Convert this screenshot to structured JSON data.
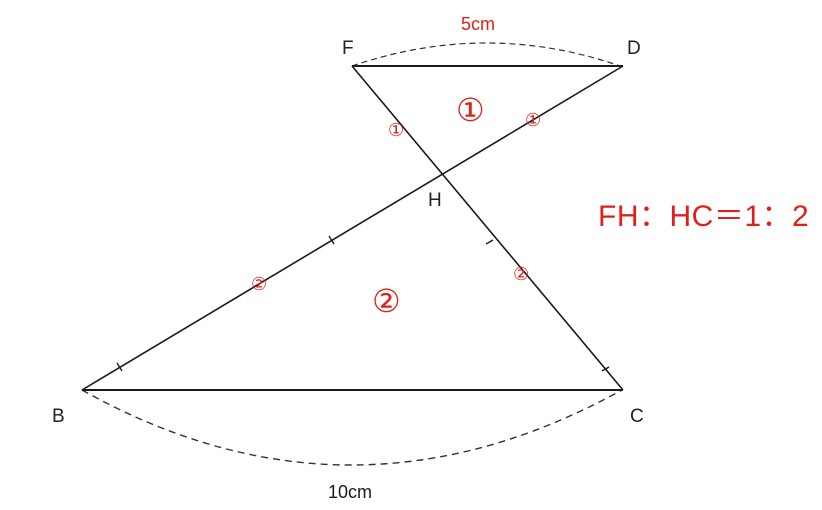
{
  "colors": {
    "line": "#1a1a1a",
    "dash": "#333333",
    "accent": "#e0201b",
    "label": "#222222"
  },
  "vertices": {
    "F": "F",
    "D": "D",
    "H": "H",
    "B": "B",
    "C": "C"
  },
  "measurements": {
    "top": "5cm",
    "bottom": "10cm"
  },
  "segment_marks": {
    "fh": "①",
    "dh": "①",
    "bh": "②",
    "hc": "②"
  },
  "area_marks": {
    "upper": "①",
    "lower": "②"
  },
  "ratio": "FH：HC＝1：2"
}
